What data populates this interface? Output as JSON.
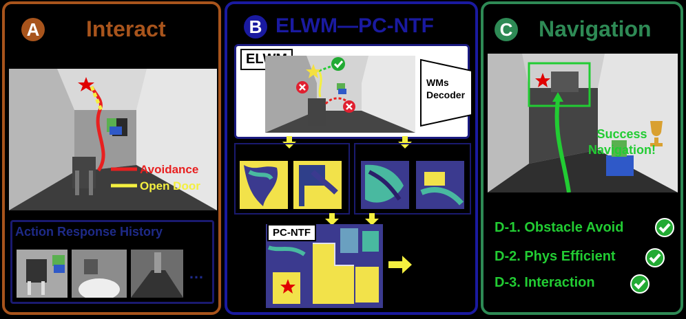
{
  "panels": {
    "a": {
      "badge": "A",
      "title": "Interact"
    },
    "b": {
      "badge": "B",
      "title": "ELWM—PC-NTF"
    },
    "c": {
      "badge": "C",
      "title": "Navigation"
    }
  },
  "interact": {
    "legend_avoidance": "Avoidance",
    "legend_open_door": "Open Door",
    "history_title": "Action Response History",
    "ellipsis": "…"
  },
  "elwm": {
    "label": "ELWM",
    "decoder": "WMs Decoder",
    "pcntf_label": "PC-NTF"
  },
  "navigation": {
    "success": "Success Navigation!",
    "items": [
      {
        "label": "D-1. Obstacle Avoid"
      },
      {
        "label": "D-2. Phys Efficient"
      },
      {
        "label": "D-3. Interaction"
      }
    ]
  },
  "colors": {
    "panel_a": "#a8541c",
    "panel_b": "#1a1aa0",
    "panel_c": "#2e8a55",
    "avoidance": "#e82020",
    "open_door": "#f4f040",
    "success_green": "#22cc33",
    "heatmap_yellow": "#f2e24a",
    "heatmap_blue": "#3b3a8f"
  }
}
